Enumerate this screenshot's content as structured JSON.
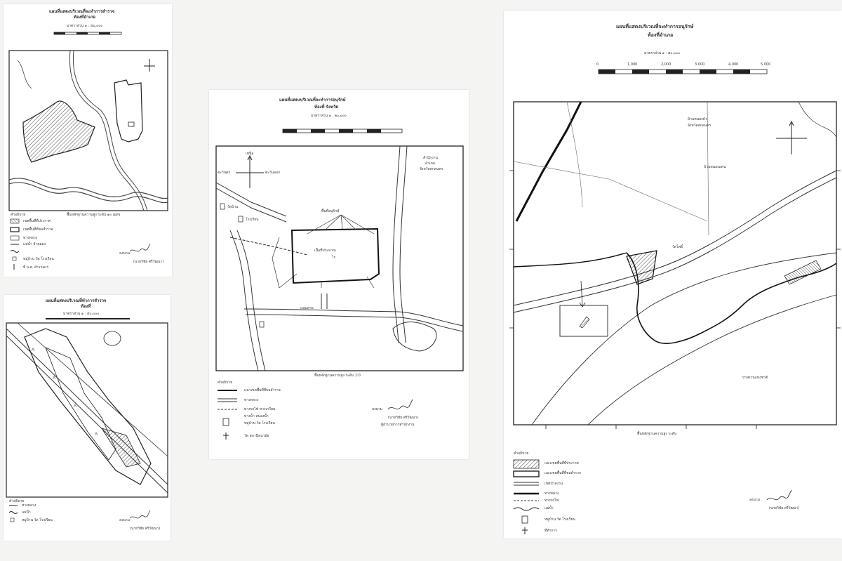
{
  "maps": [
    {
      "title_line1": "แผนที่แสดงบริเวณที่จะทำการสำรวจ",
      "title_line2": "ท้องที่อำเภอ",
      "scale": "มาตราส่วน ๑ : ๕๐,๐๐๐",
      "legend_title": "คำอธิบาย",
      "legend_items": [
        "เขตพื้นที่ที่ประกาศ",
        "เขตพื้นที่ที่ขอสำรวจ",
        "ทางหลวง",
        "แม่น้ำ ลำคลอง",
        "หมู่บ้าน วัด โรงเรียน",
        "ที่ บ.ส. สำรวจแร่"
      ],
      "footer_note": "พื้นหลักฐานความสูง ระดับ ๑๐ เมตร",
      "signature": "ลงนาม",
      "signer": "(นายวิชัย ศรีวัฒนา)"
    },
    {
      "title_line1": "แผนที่แสดงบริเวณที่ทำการสำรวจ",
      "title_line2": "ท้องที่",
      "scale": "มาตราส่วน ๑ : ๕๐,๐๐๐",
      "legend_title": "คำอธิบาย",
      "legend_items": [
        "ทางหลวง",
        "แม่น้ำ",
        "หมู่บ้าน วัด โรงเรียน"
      ],
      "signature": "ลงนาม",
      "signer": "(นายวิชัย ศรีวัฒนา)"
    },
    {
      "title_line1": "แผนที่แสดงบริเวณที่จะทำการอนุรักษ์",
      "title_line2": "ท้องที่ จังหวัด",
      "scale": "มาตราส่วน ๑ : ๒๐,๐๐๐",
      "north": "เหนือ",
      "east": "ตะวันออก",
      "west": "ตะวันตก",
      "place1": "สำนักงาน",
      "place1b": "อำเภอ",
      "place1c": "จังหวัดสกลนคร",
      "area_label": "พื้นที่อนุรักษ์",
      "area_sub": "เนื้อที่ประมาณ",
      "area_sub2": "ไร่",
      "temple": "วัดบ้าน",
      "school": "โรงเรียน",
      "road1": "ถนนสาย",
      "legend_title": "คำอธิบาย",
      "legend_items": [
        "แนวเขตพื้นที่ที่ขอสำรวจ",
        "ทางหลวง",
        "ทางรถไฟ ทางเกวียน",
        "ทางน้ำ หนองน้ำ",
        "หมู่บ้าน วัด โรงเรียน",
        "วัด สถานีอนามัย"
      ],
      "footer_note": "พื้นหลักฐานความสูง ระดับ 1:0",
      "signature": "ลงนาม",
      "signer": "(นายวิชัย ศรีวัฒนา)",
      "signer_title": "ผู้อำนวยการสำนักงาน"
    },
    {
      "title_line1": "แผนที่แสดงบริเวณที่จะทำการอนุรักษ์",
      "title_line2": "ท้องที่อำเภอ",
      "scale": "มาตราส่วน ๑ : ๕๐,๐๐๐",
      "scale_ticks": [
        "0",
        "1,000",
        "2,000",
        "3,000",
        "4,000",
        "5,000"
      ],
      "place1": "บ้านหนองบัว",
      "place1b": "จังหวัดสกลนคร",
      "place2": "บ้านหนองแคน",
      "village": "วัดโพธิ์",
      "forest": "ป่าสงวนแห่งชาติ",
      "legend_title": "คำอธิบาย",
      "legend_items": [
        "แนวเขตพื้นที่ที่ประกาศ",
        "แนวเขตพื้นที่ที่ขอสำรวจ",
        "เขตป่าสงวน",
        "ทางหลวง",
        "ทางรถไฟ",
        "แม่น้ำ",
        "หมู่บ้าน วัด โรงเรียน",
        "ที่ทำการ"
      ],
      "footer_note": "พื้นหลักฐานความสูง ระดับ",
      "signature": "ลงนาม",
      "signer": "(นายวิชัย ศรีวัฒนา)"
    }
  ]
}
